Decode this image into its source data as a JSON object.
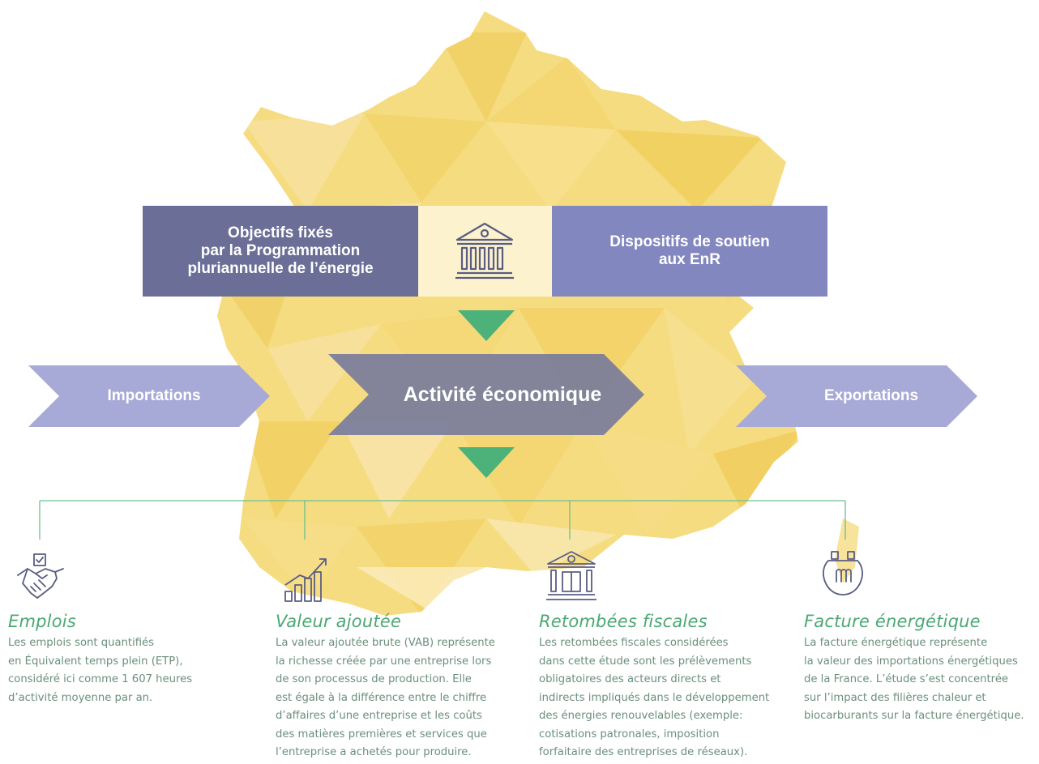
{
  "colors": {
    "box_dark": "#6b6f97",
    "box_light": "#8287c0",
    "arrow_light": "#a7a9d6",
    "arrow_center": "#7a7d9c",
    "green": "#4db17a",
    "map": "#f3d46a"
  },
  "top": {
    "left_box": "Objectifs fixés\npar la Programmation\npluriannuelle de l’énergie",
    "right_box": "Dispositifs de soutien\naux EnR",
    "center_icon": "bank-building-icon"
  },
  "flow": {
    "imports": "Importations",
    "center": "Activité économique",
    "exports": "Exportations"
  },
  "columns": [
    {
      "icon": "handshake-checkbox-icon",
      "title": "Emplois",
      "text": "Les emplois sont quantifiés\nen Équivalent temps plein (ETP),\nconsidéré ici comme 1 607 heures\nd’activité moyenne par an."
    },
    {
      "icon": "growth-chart-icon",
      "title": "Valeur ajoutée",
      "text": "La valeur ajoutée brute (VAB) représente\nla richesse créée par une entreprise lors\nde son processus de production. Elle\nest égale à la différence entre le chiffre\nd’affaires d’une entreprise et les coûts\ndes matières premières et services que\nl’entreprise a achetés pour produire."
    },
    {
      "icon": "tax-building-icon",
      "title": "Retombées fiscales",
      "text": "Les retombées fiscales considérées\ndans cette étude sont les prélèvements\nobligatoires des acteurs directs et\nindirects impliqués dans le développement\ndes énergies renouvelables (exemple:\ncotisations patronales, imposition\nforfaitaire des entreprises de réseaux)."
    },
    {
      "icon": "plug-energy-icon",
      "title": "Facture énergétique",
      "text": "La facture énergétique représente\nla valeur des importations énergétiques\nde la France. L’étude s’est concentrée\nsur l’impact des filières chaleur et\nbiocarburants sur la facture énergétique."
    }
  ]
}
